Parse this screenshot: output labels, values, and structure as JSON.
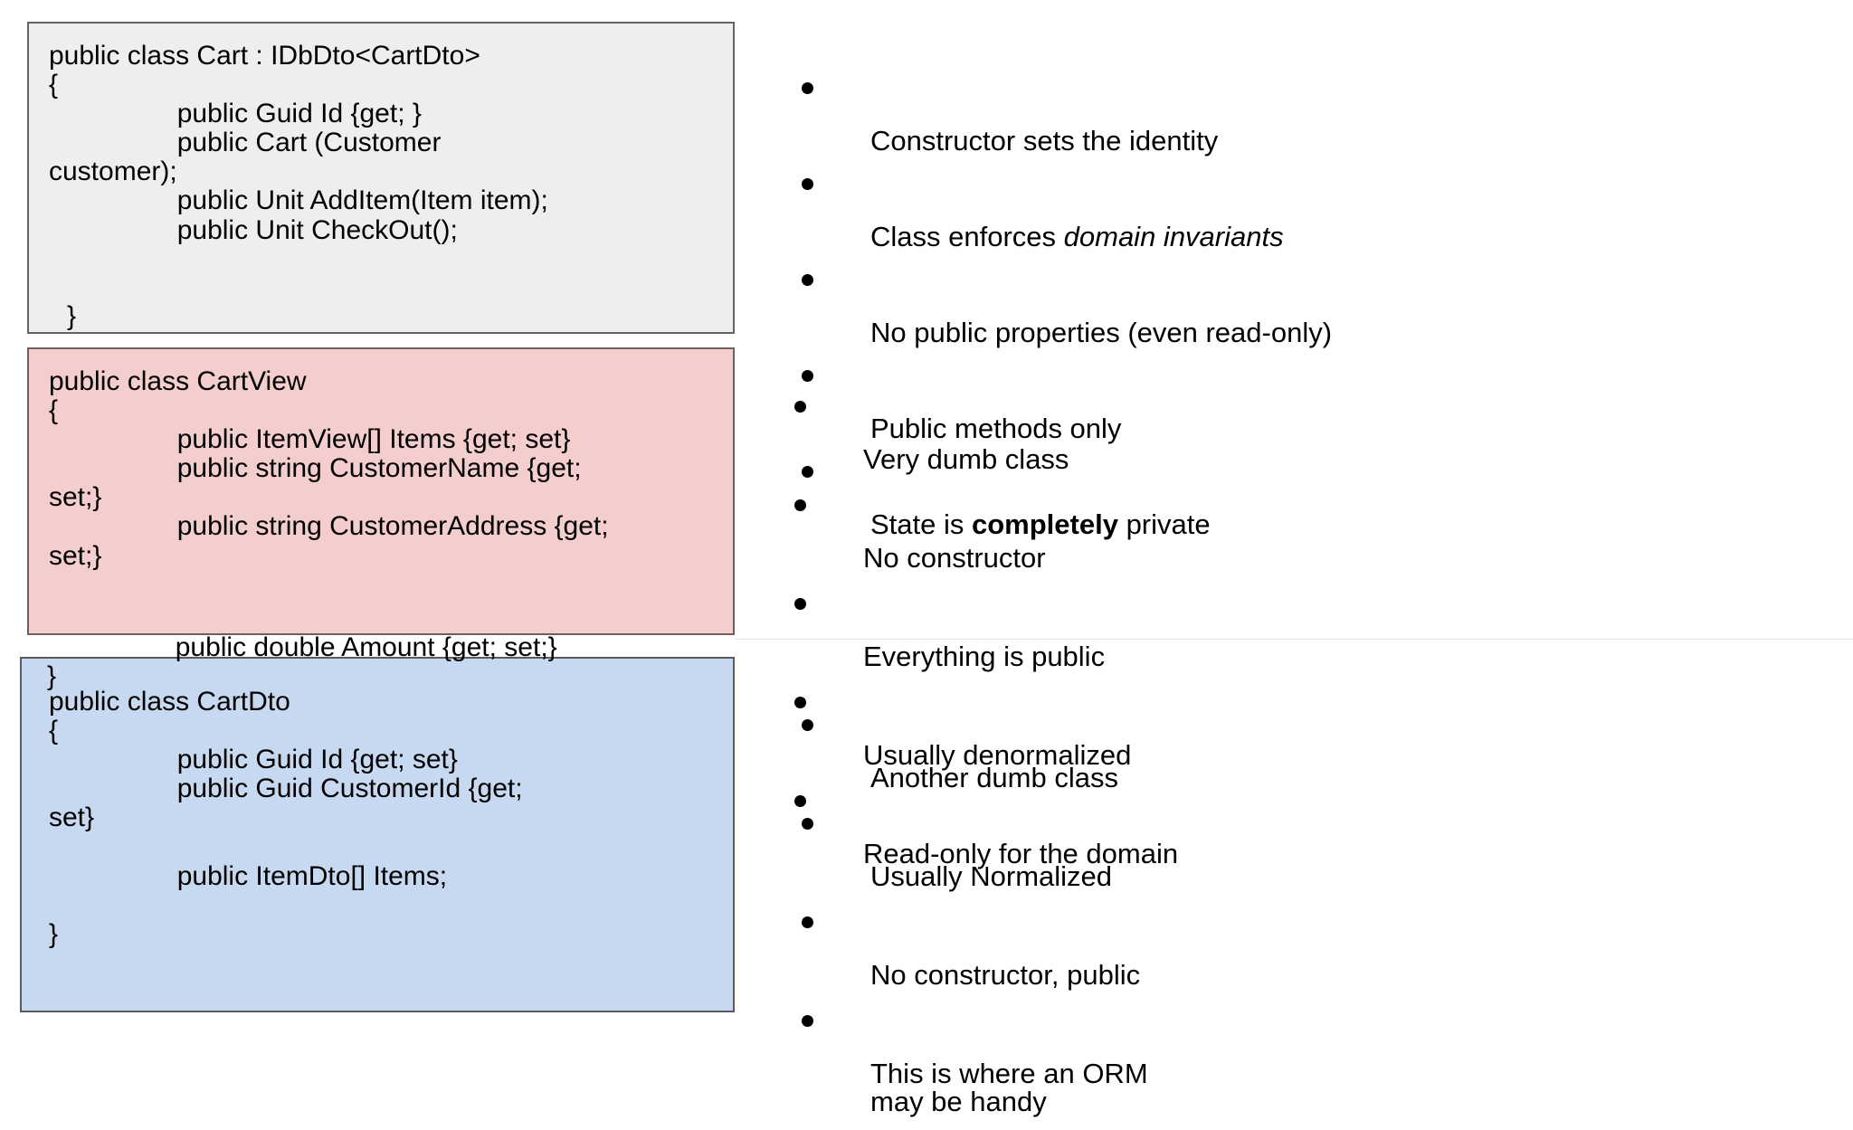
{
  "slide": {
    "background_color": "#ffffff"
  },
  "boxes": [
    {
      "name": "cart-class",
      "fill": "#eeeeee",
      "border": "#636363",
      "code": "public class Cart : IDbDto<CartDto>\n{\n                 public Guid Id {get; }\n                 public Cart (Customer\ncustomer);\n                 public Unit AddItem(Item item);\n                 public Unit CheckOut();",
      "overflow_code": "}"
    },
    {
      "name": "cartview-class",
      "fill": "#f4cdcd",
      "border": "#6f5f5f",
      "code": "public class CartView\n{\n                 public ItemView[] Items {get; set}\n                 public string CustomerName {get;\nset;}\n                 public string CustomerAddress {get;\nset;}",
      "overflow_code": "                 public double Amount {get; set;}\n}"
    },
    {
      "name": "cartdto-class",
      "fill": "#c6d9f1",
      "border": "#5a5a5a",
      "code": "public class CartDto\n{\n                 public Guid Id {get; set}\n                 public Guid CustomerId {get;\nset}\n\n                 public ItemDto[] Items;\n\n}",
      "overflow_code": ""
    }
  ],
  "lists": {
    "cart": {
      "items": [
        {
          "pre": "Constructor sets the identity",
          "em": "",
          "post": "",
          "bold": ""
        },
        {
          "pre": "Class enforces ",
          "em": "domain invariants",
          "post": "",
          "bold": ""
        },
        {
          "pre": "No public properties (even read-only)",
          "em": "",
          "post": "",
          "bold": ""
        },
        {
          "pre": "Public methods only",
          "em": "",
          "post": "",
          "bold": ""
        },
        {
          "pre": "State is ",
          "bold": "completely",
          "post": " private",
          "em": ""
        }
      ]
    },
    "cartview": {
      "items": [
        {
          "pre": "Very dumb class"
        },
        {
          "pre": "No constructor"
        },
        {
          "pre": "Everything is public"
        },
        {
          "pre": "Usually denormalized"
        },
        {
          "pre": "Read-only for the domain"
        }
      ]
    },
    "cartdto": {
      "items": [
        {
          "pre": "Another dumb class"
        },
        {
          "pre": "Usually Normalized"
        },
        {
          "pre": "No constructor, public"
        },
        {
          "pre": "This is where an ORM\nmay be handy"
        }
      ]
    }
  }
}
